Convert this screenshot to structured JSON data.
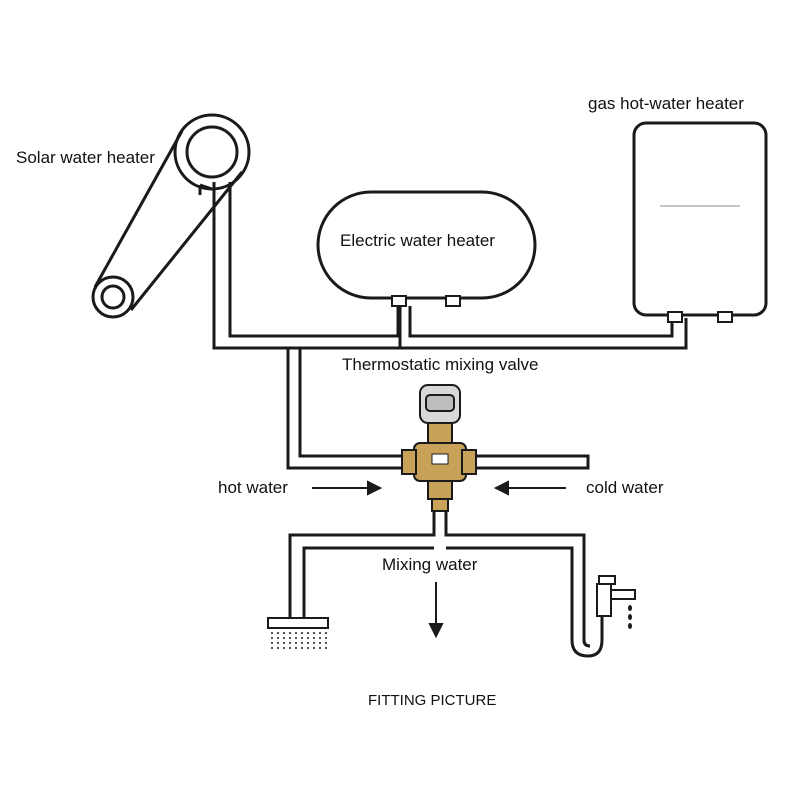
{
  "labels": {
    "solar": "Solar water heater",
    "gas": "gas hot-water heater",
    "electric": "Electric water heater",
    "valve": "Thermostatic mixing valve",
    "hot": "hot water",
    "cold": "cold water",
    "mixing": "Mixing water",
    "fitting": "FITTING PICTURE"
  },
  "colors": {
    "line": "#1a1a1a",
    "valve_brass": "#c9a25a",
    "valve_body": "#d8d8d8",
    "background": "#ffffff"
  }
}
